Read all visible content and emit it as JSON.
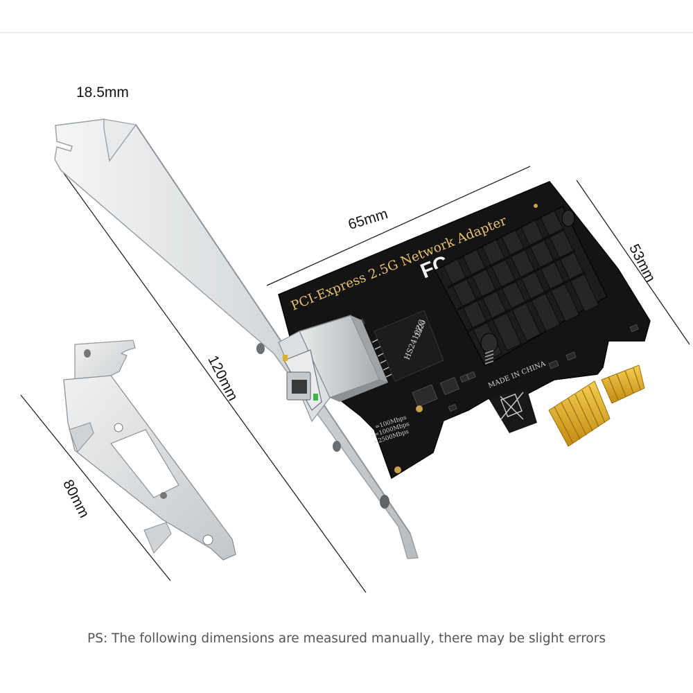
{
  "dimensions": {
    "bracket_tab": "18.5mm",
    "card_length": "65mm",
    "card_height": "53mm",
    "full_bracket": "120mm",
    "low_profile_bracket": "80mm"
  },
  "pcb": {
    "title": "PCI-Express 2.5G Network Adapter",
    "brand_fragment": "FC",
    "chip_label": "HS2410ZG",
    "chip_code": "2220",
    "made_in": "MADE IN CHINA",
    "led_legend": [
      "=100Mbps",
      "=1000Mbps",
      "=2500Mbps"
    ]
  },
  "note": "PS: The following dimensions are measured manually, there may be slight errors",
  "colors": {
    "pcb": "#141414",
    "heatsink": "#1b1b1b",
    "gold_contacts": "#d9a520",
    "bracket": "#cfd3d6",
    "silkscreen": "#e8c070"
  }
}
